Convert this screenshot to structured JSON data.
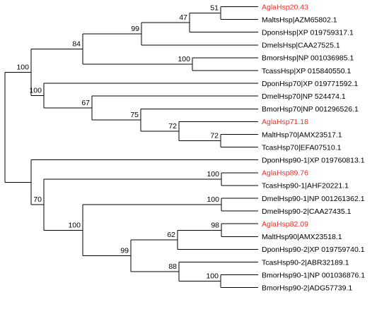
{
  "colors": {
    "default": "#000000",
    "highlight": "#e8302a",
    "line": "#000000"
  },
  "leaves": [
    {
      "label": "AglaHsp20.43",
      "highlight": true
    },
    {
      "label": "MaltsHsp|AZM65802.1",
      "highlight": false
    },
    {
      "label": "DponsHsp|XP 019759317.1",
      "highlight": false
    },
    {
      "label": "DmelsHsp|CAA27525.1",
      "highlight": false
    },
    {
      "label": "BmorsHsp|NP 001036985.1",
      "highlight": false
    },
    {
      "label": "TcassHsp|XP 015840550.1",
      "highlight": false
    },
    {
      "label": "DponHsp70|XP 019771592.1",
      "highlight": false
    },
    {
      "label": "DmelHsp70|NP 524474.1",
      "highlight": false
    },
    {
      "label": "BmorHsp70|NP 001296526.1",
      "highlight": false
    },
    {
      "label": "AglaHsp71.18",
      "highlight": true
    },
    {
      "label": "MaltHsp70|AMX23517.1",
      "highlight": false
    },
    {
      "label": "TcasHsp70|EFA07510.1",
      "highlight": false
    },
    {
      "label": "DponHsp90-1|XP 019760813.1",
      "highlight": false
    },
    {
      "label": "AglaHsp89.76",
      "highlight": true
    },
    {
      "label": "TcasHsp90-1|AHF20221.1",
      "highlight": false
    },
    {
      "label": "DmelHsp90-1|NP 001261362.1",
      "highlight": false
    },
    {
      "label": "DmelHsp90-2|CAA27435.1",
      "highlight": false
    },
    {
      "label": "AglaHsp82.09",
      "highlight": true
    },
    {
      "label": "MaltHsp90|AMX23518.1",
      "highlight": false
    },
    {
      "label": "DponHsp90-2|XP 019759740.1",
      "highlight": false
    },
    {
      "label": "TcasHsp90-2|ABR32189.1",
      "highlight": false
    },
    {
      "label": "BmorHsp90-1|NP 001036876.1",
      "highlight": false
    },
    {
      "label": "BmorHsp90-2|ADG57739.1",
      "highlight": false
    }
  ],
  "clades": [
    {
      "id": "n_a",
      "support": "51",
      "children": [
        0,
        1
      ]
    },
    {
      "id": "n_b",
      "support": "47",
      "children": [
        "n_a",
        2
      ]
    },
    {
      "id": "n_c",
      "support": "99",
      "children": [
        "n_b",
        3
      ]
    },
    {
      "id": "n_d",
      "support": "100",
      "children": [
        4,
        5
      ]
    },
    {
      "id": "n_e",
      "support": "84",
      "children": [
        "n_c",
        "n_d"
      ]
    },
    {
      "id": "n_f",
      "support": "72",
      "children": [
        10,
        11
      ]
    },
    {
      "id": "n_g",
      "support": "72",
      "children": [
        9,
        "n_f"
      ]
    },
    {
      "id": "n_h",
      "support": "75",
      "children": [
        8,
        "n_g"
      ]
    },
    {
      "id": "n_i",
      "support": "67",
      "children": [
        7,
        "n_h"
      ]
    },
    {
      "id": "n_j",
      "support": "100",
      "children": [
        6,
        "n_i"
      ]
    },
    {
      "id": "n_k",
      "support": "100",
      "children": [
        "n_e",
        "n_j"
      ]
    },
    {
      "id": "n_l",
      "support": "100",
      "children": [
        13,
        14
      ]
    },
    {
      "id": "n_m",
      "support": "100",
      "children": [
        15,
        16
      ]
    },
    {
      "id": "n_n",
      "support": "98",
      "children": [
        17,
        18
      ]
    },
    {
      "id": "n_o",
      "support": "62",
      "children": [
        "n_n",
        19
      ]
    },
    {
      "id": "n_p",
      "support": "100",
      "children": [
        21,
        22
      ]
    },
    {
      "id": "n_q",
      "support": "88",
      "children": [
        20,
        "n_p"
      ]
    },
    {
      "id": "n_r",
      "support": "99",
      "children": [
        "n_o",
        "n_q"
      ]
    },
    {
      "id": "n_s",
      "support": "100",
      "children": [
        "n_m",
        "n_r"
      ]
    },
    {
      "id": "n_t",
      "support": "70",
      "children": [
        "n_l",
        "n_s"
      ]
    },
    {
      "id": "n_u",
      "support": "",
      "children": [
        12,
        "n_t"
      ]
    },
    {
      "id": "root",
      "support": "",
      "children": [
        "n_k",
        "n_u"
      ]
    }
  ]
}
